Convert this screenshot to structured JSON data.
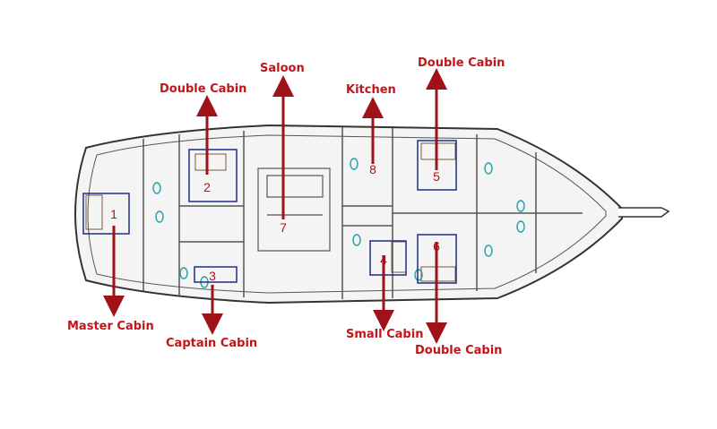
{
  "colors": {
    "label": "#c0151b",
    "arrow": "#9e1218",
    "hull": "#333333",
    "room_box": "#1f2d8a",
    "fixture": "#27a3a8"
  },
  "rooms": [
    {
      "number": "1",
      "label": "Master Cabin"
    },
    {
      "number": "2",
      "label": "Double Cabin"
    },
    {
      "number": "3",
      "label": "Captain Cabin"
    },
    {
      "number": "4",
      "label": "Small Cabin"
    },
    {
      "number": "5",
      "label": "Double Cabin"
    },
    {
      "number": "6",
      "label": "Double Cabin"
    },
    {
      "number": "7",
      "label": "Saloon"
    },
    {
      "number": "8",
      "label": "Kitchen"
    }
  ]
}
